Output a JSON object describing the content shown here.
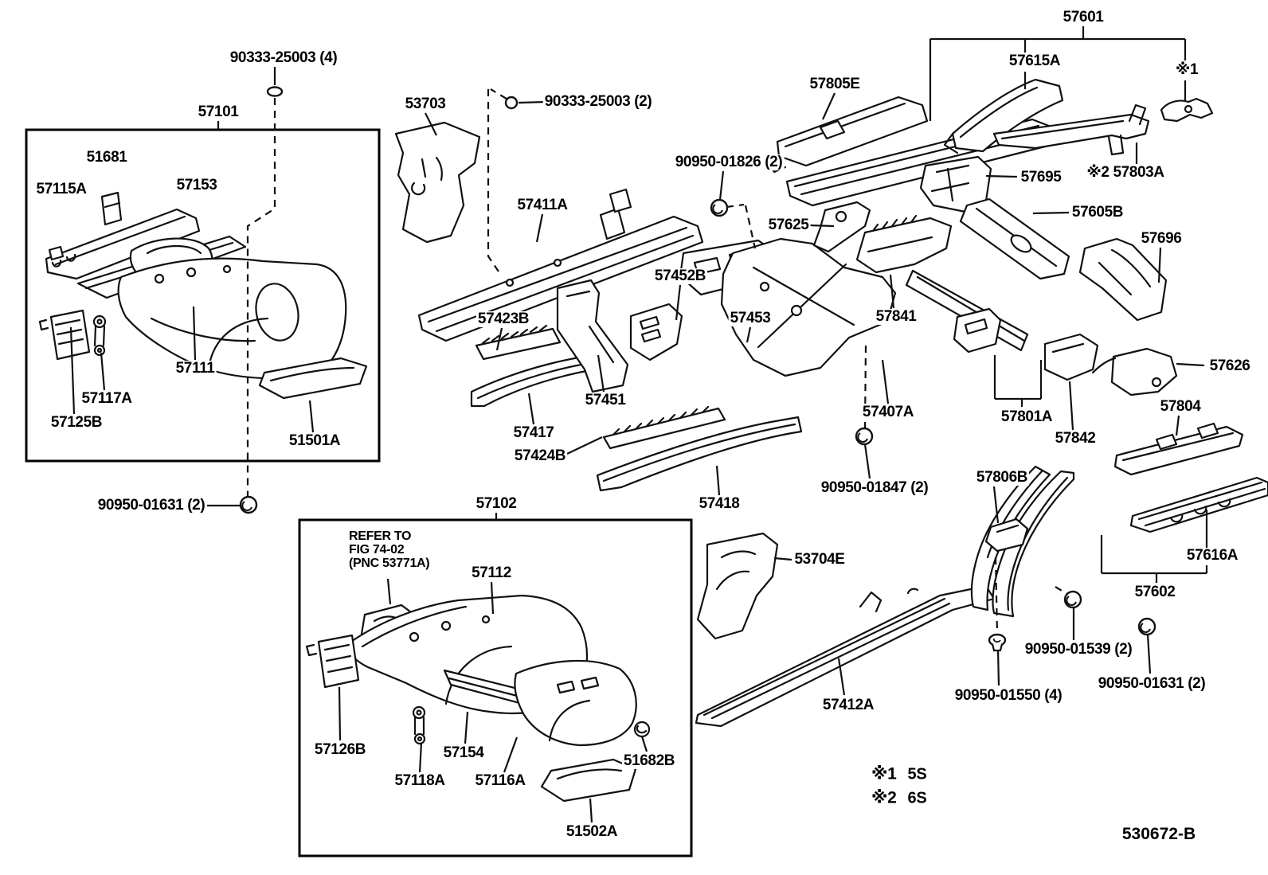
{
  "drawing": {
    "number": "530672-B",
    "type": "exploded-parts-diagram",
    "refer_note": {
      "line1": "REFER TO",
      "line2": "FIG 74-02",
      "line3": "(PNC 53771A)"
    },
    "footnotes": [
      {
        "symbol": "※1",
        "code": "5S"
      },
      {
        "symbol": "※2",
        "code": "6S"
      }
    ]
  },
  "labels": [
    {
      "id": "90333-25003-4",
      "text": "90333-25003 (4)"
    },
    {
      "id": "57101",
      "text": "57101"
    },
    {
      "id": "53703",
      "text": "53703"
    },
    {
      "id": "90333-25003-2",
      "text": "90333-25003 (2)"
    },
    {
      "id": "57601",
      "text": "57601"
    },
    {
      "id": "57615A",
      "text": "57615A"
    },
    {
      "id": "ref1",
      "text": "※1"
    },
    {
      "id": "57805E",
      "text": "57805E"
    },
    {
      "id": "51681",
      "text": "51681"
    },
    {
      "id": "57115A",
      "text": "57115A"
    },
    {
      "id": "57153",
      "text": "57153"
    },
    {
      "id": "90950-01826-2",
      "text": "90950-01826 (2)"
    },
    {
      "id": "57695",
      "text": "57695"
    },
    {
      "id": "ref2-57803A",
      "text": "※2 57803A"
    },
    {
      "id": "57625",
      "text": "57625"
    },
    {
      "id": "57605B",
      "text": "57605B"
    },
    {
      "id": "57411A",
      "text": "57411A"
    },
    {
      "id": "57696",
      "text": "57696"
    },
    {
      "id": "57452B",
      "text": "57452B"
    },
    {
      "id": "57423B",
      "text": "57423B"
    },
    {
      "id": "57453",
      "text": "57453"
    },
    {
      "id": "57841",
      "text": "57841"
    },
    {
      "id": "57111",
      "text": "57111"
    },
    {
      "id": "57626",
      "text": "57626"
    },
    {
      "id": "57117A",
      "text": "57117A"
    },
    {
      "id": "57451",
      "text": "57451"
    },
    {
      "id": "57125B",
      "text": "57125B"
    },
    {
      "id": "57407A",
      "text": "57407A"
    },
    {
      "id": "57801A",
      "text": "57801A"
    },
    {
      "id": "57804",
      "text": "57804"
    },
    {
      "id": "51501A",
      "text": "51501A"
    },
    {
      "id": "57842",
      "text": "57842"
    },
    {
      "id": "57417",
      "text": "57417"
    },
    {
      "id": "57424B",
      "text": "57424B"
    },
    {
      "id": "90950-01847-2",
      "text": "90950-01847 (2)"
    },
    {
      "id": "57806B",
      "text": "57806B"
    },
    {
      "id": "57418",
      "text": "57418"
    },
    {
      "id": "90950-01631-2-left",
      "text": "90950-01631 (2)"
    },
    {
      "id": "57102",
      "text": "57102"
    },
    {
      "id": "53704E",
      "text": "53704E"
    },
    {
      "id": "57616A",
      "text": "57616A"
    },
    {
      "id": "57112",
      "text": "57112"
    },
    {
      "id": "57602",
      "text": "57602"
    },
    {
      "id": "90950-01539-2",
      "text": "90950-01539 (2)"
    },
    {
      "id": "90950-01631-2-right",
      "text": "90950-01631 (2)"
    },
    {
      "id": "90950-01550-4",
      "text": "90950-01550 (4)"
    },
    {
      "id": "57412A",
      "text": "57412A"
    },
    {
      "id": "57126B",
      "text": "57126B"
    },
    {
      "id": "57154",
      "text": "57154"
    },
    {
      "id": "51682B",
      "text": "51682B"
    },
    {
      "id": "57118A",
      "text": "57118A"
    },
    {
      "id": "57116A",
      "text": "57116A"
    },
    {
      "id": "51502A",
      "text": "51502A"
    }
  ]
}
